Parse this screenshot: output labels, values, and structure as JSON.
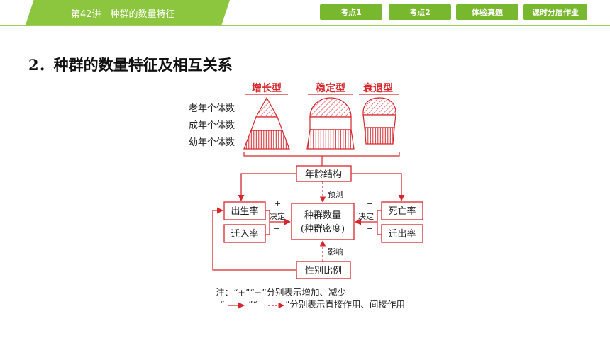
{
  "header": {
    "lesson_title": "第42讲　种群的数量特征",
    "nav": [
      "考点1",
      "考点2",
      "体验真题",
      "课时分层作业"
    ]
  },
  "heading": "2．种群的数量特征及相互关系",
  "diagram": {
    "pyramid_types": [
      "增长型",
      "稳定型",
      "衰退型"
    ],
    "age_labels": [
      "老年个体数",
      "成年个体数",
      "幼年个体数"
    ],
    "nodes": {
      "age_structure": "年龄结构",
      "birth_rate": "出生率",
      "immigration_rate": "迁入率",
      "population_size": "种群数量",
      "population_density": "(种群密度)",
      "death_rate": "死亡率",
      "emigration_rate": "迁出率",
      "sex_ratio": "性别比例"
    },
    "edge_labels": {
      "predict": "预测",
      "influence": "影响",
      "decide_left": "决定",
      "decide_right": "决定",
      "plus_top": "+",
      "plus_bottom": "+",
      "minus_top": "−",
      "minus_bottom": "−"
    },
    "note_line1": "注：“+”“−”分别表示增加、减少",
    "note_line2_q1": "“",
    "note_line2_q2": "”“",
    "note_line2_q3": "”分别表示直接作用、间接作用",
    "colors": {
      "accent": "#d7262c",
      "green": "#8cc63f"
    }
  }
}
